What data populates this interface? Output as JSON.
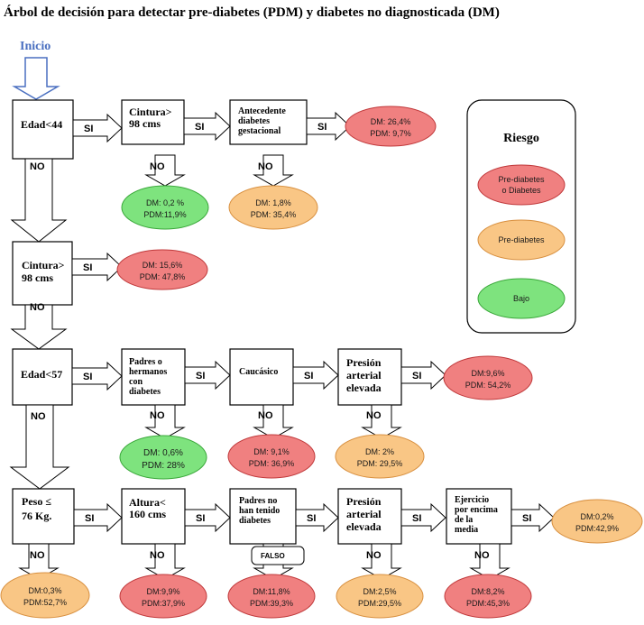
{
  "title": "Árbol de decisión para detectar pre-diabetes (PDM) y diabetes no diagnosticada (DM)",
  "start_label": "Inicio",
  "colors": {
    "high": "#f08080",
    "medium": "#f9c685",
    "low": "#7ee37e"
  },
  "legend": {
    "title": "Riesgo",
    "items": [
      {
        "level": "high",
        "lines": [
          "Pre-diabetes",
          "o Diabetes"
        ]
      },
      {
        "level": "medium",
        "lines": [
          "Pre-diabetes"
        ]
      },
      {
        "level": "low",
        "lines": [
          "Bajo"
        ]
      }
    ]
  },
  "boxes": {
    "edad44": [
      "Edad<44"
    ],
    "cintura1": [
      "Cintura>",
      "98 cms"
    ],
    "antecedente": [
      "Antecedente",
      "diabetes",
      "gestacional"
    ],
    "cintura2": [
      "Cintura>",
      "98 cms"
    ],
    "edad57": [
      "Edad<57"
    ],
    "padres_hermanos": [
      "Padres o",
      "hermanos",
      "con",
      "diabetes"
    ],
    "caucasico": [
      "Caucásico"
    ],
    "presion1": [
      "Presión",
      "arterial",
      "elevada"
    ],
    "peso": [
      "Peso ≤",
      "76 Kg."
    ],
    "altura": [
      "Altura<",
      "160 cms"
    ],
    "padres_no": [
      "Padres no",
      "han tenido",
      "diabetes"
    ],
    "presion2": [
      "Presión",
      "arterial",
      "elevada"
    ],
    "ejercicio": [
      "Ejercicio",
      "por encima",
      "de la",
      "media"
    ]
  },
  "arrow_labels": {
    "yes": "SI",
    "no": "NO"
  },
  "callout": "FALSO",
  "outcomes": {
    "r1_yes": {
      "level": "high",
      "dm": "DM: 26,4%",
      "pdm": "PDM: 9,7%"
    },
    "cintura1_no": {
      "level": "low",
      "dm": "DM: 0,2 %",
      "pdm": "PDM:11,9%"
    },
    "antecedente_no": {
      "level": "medium",
      "dm": "DM: 1,8%",
      "pdm": "PDM: 35,4%"
    },
    "cintura2_yes": {
      "level": "high",
      "dm": "DM: 15,6%",
      "pdm": "PDM: 47,8%"
    },
    "r3_yes": {
      "level": "high",
      "dm": "DM:9,6%",
      "pdm": "PDM: 54,2%"
    },
    "padres_hermanos_no": {
      "level": "low",
      "dm": "DM: 0,6%",
      "pdm": "PDM: 28%"
    },
    "caucasico_no": {
      "level": "high",
      "dm": "DM: 9,1%",
      "pdm": "PDM: 36,9%"
    },
    "presion1_no": {
      "level": "medium",
      "dm": "DM: 2%",
      "pdm": "PDM: 29,5%"
    },
    "peso_no": {
      "level": "medium",
      "dm": "DM:0,3%",
      "pdm": "PDM:52,7%"
    },
    "altura_no": {
      "level": "high",
      "dm": "DM:9,9%",
      "pdm": "PDM:37,9%"
    },
    "padres_no_falso": {
      "level": "high",
      "dm": "DM:11,8%",
      "pdm": "PDM:39,3%"
    },
    "presion2_no": {
      "level": "medium",
      "dm": "DM:2,5%",
      "pdm": "PDM:29,5%"
    },
    "ejercicio_no": {
      "level": "high",
      "dm": "DM:8,2%",
      "pdm": "PDM:45,3%"
    },
    "r5_yes": {
      "level": "medium",
      "dm": "DM:0,2%",
      "pdm": "PDM:42,9%"
    }
  }
}
